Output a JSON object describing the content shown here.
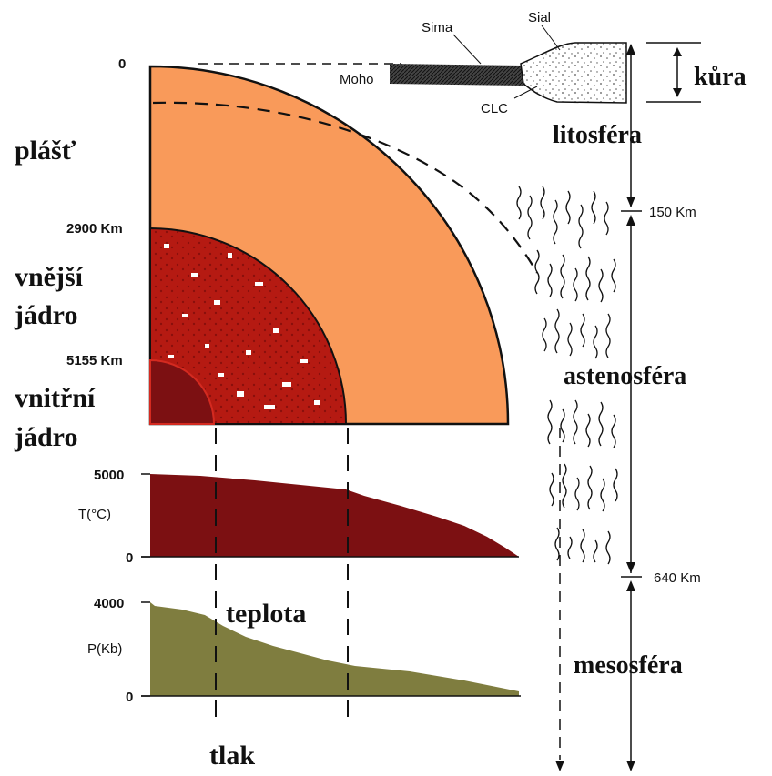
{
  "labels": {
    "crust": "kůra",
    "lithosphere": "litosféra",
    "asthenosphere": "astenosféra",
    "mesosphere": "mesosféra",
    "mantle": "plášť",
    "outer_core_line1": "vnější",
    "outer_core_line2": "jádro",
    "inner_core_line1": "vnitřní",
    "inner_core_line2": "jádro",
    "temperature": "teplota",
    "pressure": "tlak"
  },
  "crust_labels": {
    "sima": "Sima",
    "sial": "Sial",
    "moho": "Moho",
    "clc": "CLC"
  },
  "depth_labels": {
    "surface": "0",
    "core_mantle": "2900 Km",
    "inner_core": "5155 Km",
    "lithosphere_base": "150 Km",
    "asthenosphere_base": "640 Km"
  },
  "temperature_chart": {
    "ylabel": "T(°C)",
    "tick_top": "5000",
    "tick_bottom": "0",
    "max": 5000
  },
  "pressure_chart": {
    "ylabel": "P(Kb)",
    "tick_top": "4000",
    "tick_bottom": "0",
    "max": 4000
  },
  "colors": {
    "mantle": "#f99a5a",
    "outer_core": "#b51a12",
    "inner_core": "#7c1012",
    "temperature_fill": "#7c1012",
    "pressure_fill": "#7f7d3f"
  }
}
